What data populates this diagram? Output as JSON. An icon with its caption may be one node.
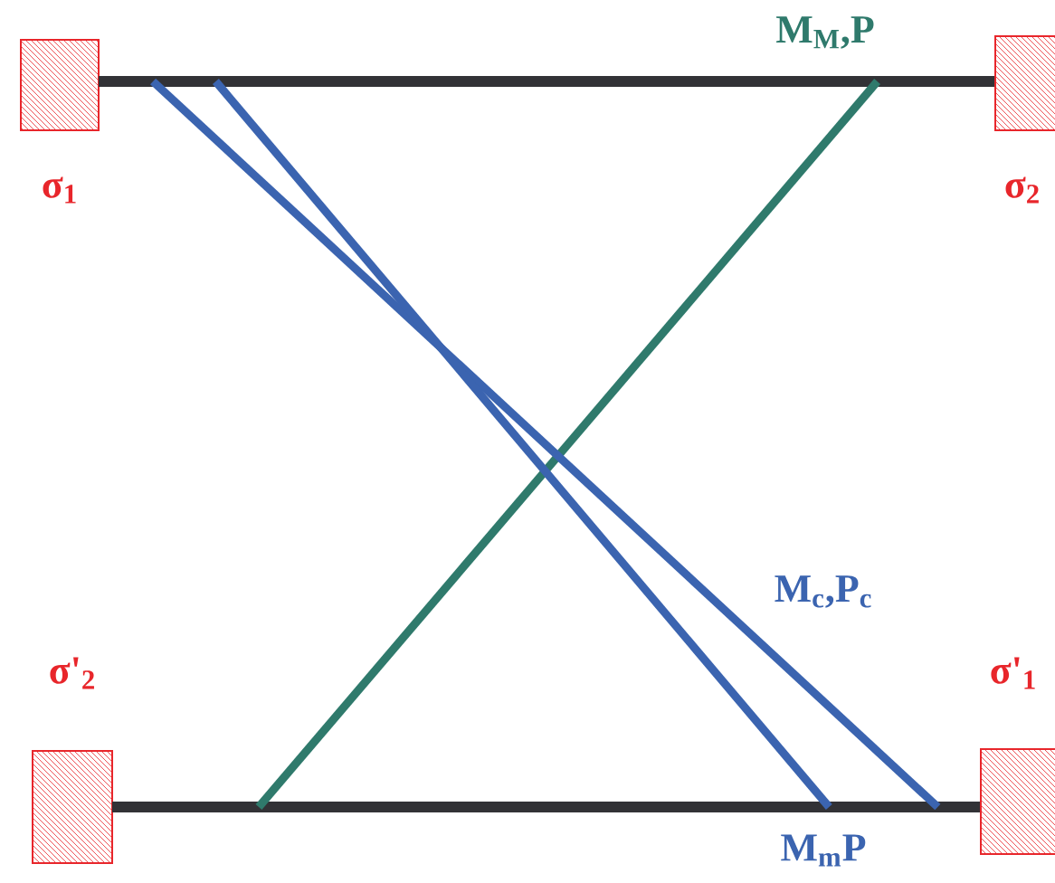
{
  "diagram": {
    "nodes": [
      {
        "text": [],
        "shape": "box",
        "beside": [
          "σ$_{1}$"
        ]
      },
      {
        "text": [],
        "shape": "bar"
      },
      {
        "text": [],
        "shape": "box",
        "beside": [
          "σ$_{2}$"
        ]
      },
      {
        "text": [],
        "shape": "box",
        "beside": [
          "σ'$_{2}$"
        ]
      },
      {
        "text": [],
        "shape": "bar"
      },
      {
        "text": [],
        "shape": "box",
        "beside": [
          "σ'$_{1}$"
        ]
      }
    ],
    "edges": [
      {
        "from": 1,
        "to": 4,
        "arrow": "none",
        "color": "#2f7a6c"
      },
      {
        "from": 1,
        "to": 4,
        "arrow": "none"
      },
      {
        "from": 1,
        "to": 4,
        "arrow": "none"
      }
    ],
    "labels": [
      "M$_{M}$,P",
      "M$_{c}$,P$_{c}$",
      "M$_{m}$P"
    ]
  }
}
